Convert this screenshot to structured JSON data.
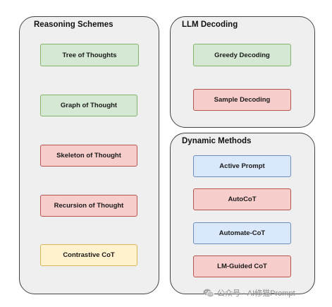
{
  "groups": {
    "reasoning": {
      "title": "Reasoning Schemes",
      "items": [
        "Tree of Thoughts",
        "Graph of Thought",
        "Skeleton of Thought",
        "Recursion of Thought",
        "Contrastive CoT"
      ]
    },
    "decoding": {
      "title": "LLM Decoding",
      "items": [
        "Greedy Decoding",
        "Sample Decoding"
      ]
    },
    "dynamic": {
      "title": "Dynamic Methods",
      "items": [
        "Active Prompt",
        "AutoCoT",
        "Automate-CoT",
        "LM-Guided CoT"
      ]
    }
  },
  "colors": {
    "green_fill": "#d5e8d4",
    "red_fill": "#f8cecc",
    "yellow_fill": "#fff2cc",
    "blue_fill": "#dae8fc",
    "group_fill": "#efefef"
  },
  "watermark": {
    "icon": "wechat-icon",
    "text": "公众号 · AI修猫Prompt"
  }
}
